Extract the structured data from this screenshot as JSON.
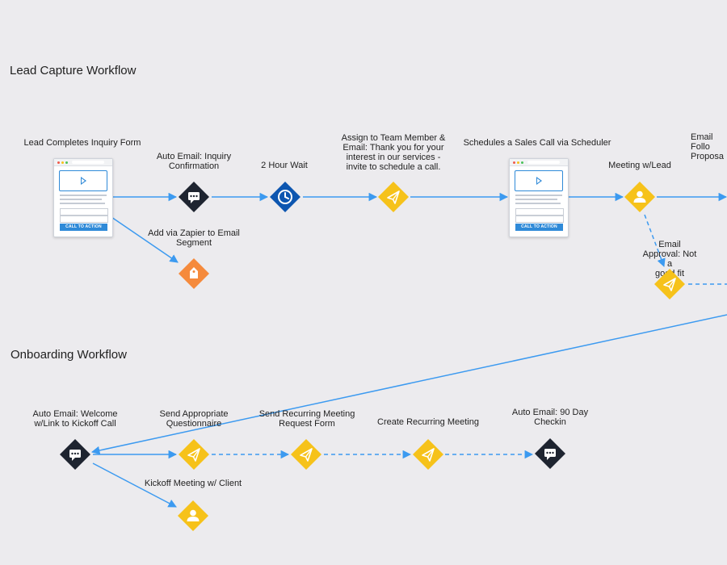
{
  "sections": {
    "lead_title": "Lead Capture Workflow",
    "onboarding_title": "Onboarding Workflow"
  },
  "labels": {
    "lead_form": "Lead Completes Inquiry Form",
    "auto_email_inquiry": "Auto Email: Inquiry\nConfirmation",
    "wait": "2 Hour Wait",
    "assign": "Assign to Team Member &\nEmail: Thank you for your\ninterest in our services -\ninvite to schedule a call.",
    "schedules": "Schedules a Sales Call via Scheduler",
    "meeting": "Meeting w/Lead",
    "email_follow": "Email\nFollo\nProposa",
    "zapier": "Add via Zapier to Email\nSegment",
    "email_approval": "Email Approval: Not a\ngood fit",
    "welcome": "Auto Email: Welcome\nw/Link to Kickoff Call",
    "questionnaire": "Send Appropriate\nQuestionnaire",
    "recurring_request": "Send Recurring Meeting\nRequest Form",
    "create_recurring": "Create Recurring Meeting",
    "checkin": "Auto Email: 90 Day\nCheckin",
    "kickoff": "Kickoff Meeting w/ Client"
  },
  "page": {
    "cta_label": "CALL TO ACTION"
  },
  "colors": {
    "dark": "#1e2430",
    "blue": "#0d56b0",
    "yellow": "#f6c21a",
    "orange": "#f58a3c",
    "connector": "#3c9af0",
    "page_accent": "#2f8ad8"
  },
  "icons": {
    "form_page": "landing-page-icon",
    "email": "chat-bubble-icon",
    "wait": "clock-icon",
    "send": "paper-plane-icon",
    "person": "person-icon",
    "tag": "tag-icon"
  }
}
